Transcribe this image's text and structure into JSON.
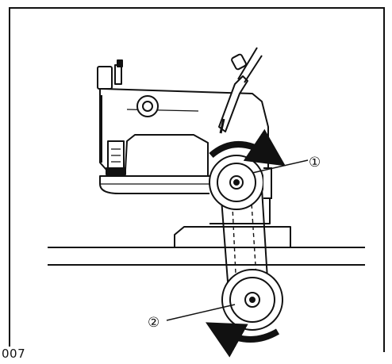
{
  "figure": {
    "callouts": [
      "①",
      "②"
    ],
    "figure_code": "007",
    "colors": {
      "ink": "#111111",
      "paper": "#ffffff"
    }
  }
}
